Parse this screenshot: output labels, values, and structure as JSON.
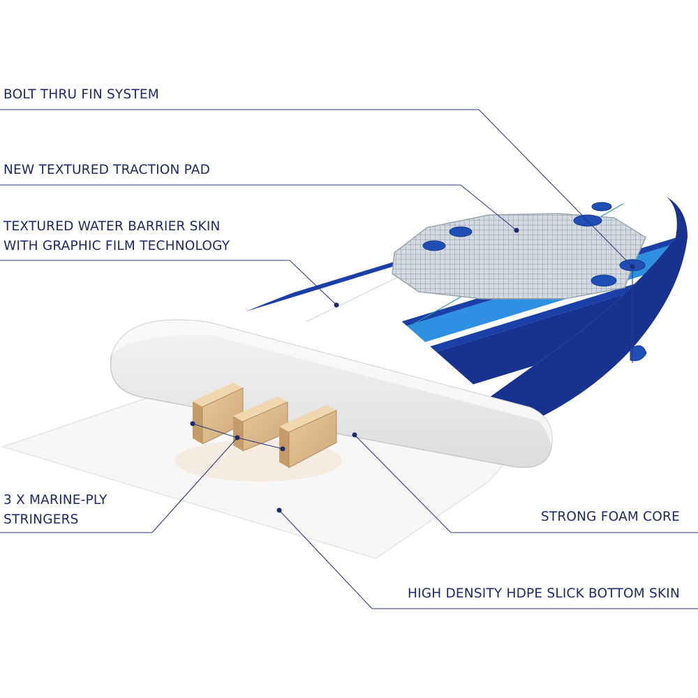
{
  "colors": {
    "label_text": "#1c2a6b",
    "leader_line": "#2a3a7a",
    "navy": "#17338f",
    "sky_blue": "#2f8fe0",
    "foam": "#ececec",
    "wood": "#e0be8e",
    "bottom_skin": "#f6f6f6"
  },
  "callouts": [
    {
      "id": "fin-system",
      "text": "BOLT THRU FIN SYSTEM"
    },
    {
      "id": "traction-pad",
      "text": "NEW TEXTURED TRACTION PAD"
    },
    {
      "id": "water-barrier",
      "text": "TEXTURED WATER BARRIER SKIN\nWITH GRAPHIC FILM TECHNOLOGY"
    },
    {
      "id": "stringers",
      "text": "3 X MARINE-PLY\nSTRINGERS"
    },
    {
      "id": "foam-core",
      "text": "STRONG FOAM CORE"
    },
    {
      "id": "bottom-skin",
      "text": "HIGH DENSITY HDPE SLICK BOTTOM SKIN"
    }
  ]
}
